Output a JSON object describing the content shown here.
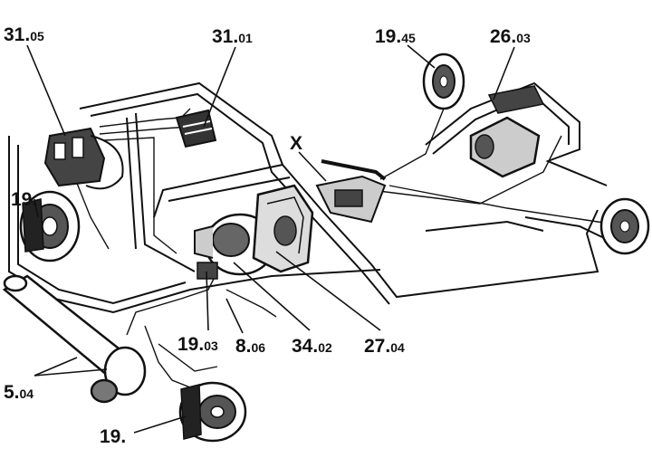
{
  "labels": {
    "l_31_05": {
      "main": "31.",
      "sub": "05"
    },
    "l_31_01": {
      "main": "31.",
      "sub": "01"
    },
    "l_19_45": {
      "main": "19.",
      "sub": "45"
    },
    "l_26_03": {
      "main": "26.",
      "sub": "03"
    },
    "l_x": {
      "main": "X",
      "sub": ""
    },
    "l_19_left": {
      "main": "19.",
      "sub": ""
    },
    "l_19_03": {
      "main": "19.",
      "sub": "03"
    },
    "l_8_06": {
      "main": "8.",
      "sub": "06"
    },
    "l_34_02": {
      "main": "34.",
      "sub": "02"
    },
    "l_27_04": {
      "main": "27.",
      "sub": "04"
    },
    "l_5_04": {
      "main": "5.",
      "sub": "04"
    },
    "l_19_bottom": {
      "main": "19.",
      "sub": ""
    }
  },
  "colors": {
    "ink": "#111111",
    "paper": "#ffffff",
    "shade": "#555555"
  }
}
